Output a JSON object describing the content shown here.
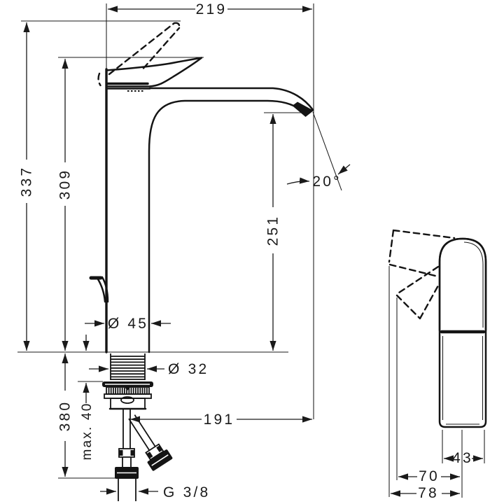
{
  "figure": {
    "kind": "faucet technical dimension drawing",
    "front_view": {
      "spout_width": "219",
      "height_open_handle": "337",
      "height_handle": "309",
      "spout_outlet_height": "251",
      "outlet_angle": "20°",
      "body_diameter": "Ø 45",
      "shank_diameter": "Ø 32",
      "supply_hose_length": "380",
      "max_mounting_depth": "max. 40",
      "spout_reach": "191",
      "connection_thread": "G 3/8"
    },
    "side_view": {
      "body_width": "43",
      "depth_to_axis": "70",
      "total_depth": "78"
    }
  }
}
